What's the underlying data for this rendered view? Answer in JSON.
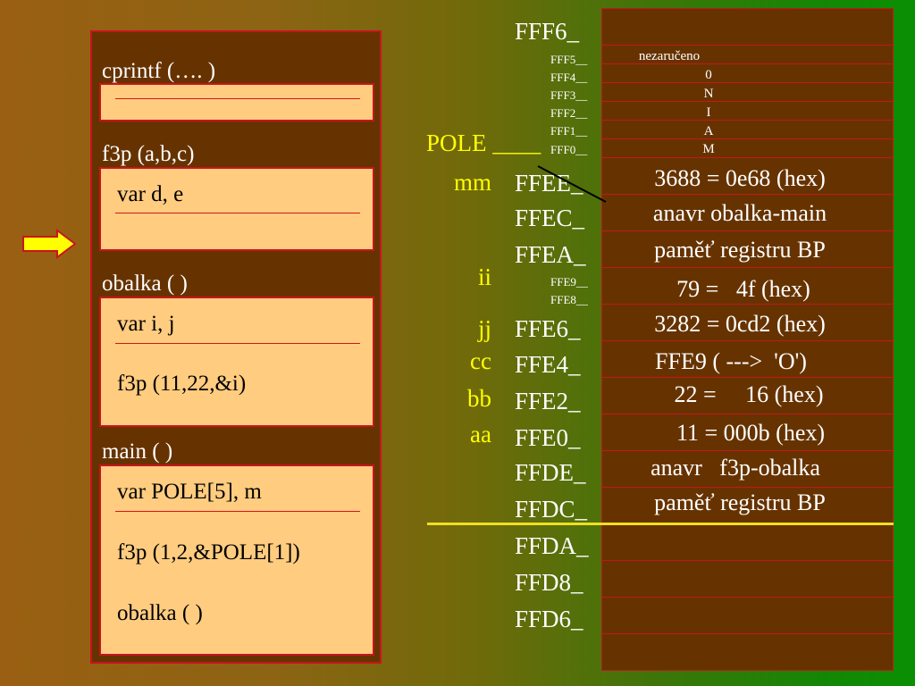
{
  "code": {
    "cprintf": {
      "label": "cprintf (…. )"
    },
    "f3p": {
      "label": "f3p (a,b,c)",
      "lines": [
        "var d, e"
      ]
    },
    "obalka": {
      "label": "obalka ( )",
      "lines": [
        "var i, j",
        "f3p (11,22,&i)"
      ]
    },
    "main": {
      "label": "main ( )",
      "lines": [
        "var POLE[5], m",
        "f3p (1,2,&POLE[1])",
        "obalka ( )"
      ]
    }
  },
  "labels": {
    "pole": "POLE ____",
    "mm": "mm",
    "ii": "ii",
    "jj": "jj",
    "cc": "cc",
    "bb": "bb",
    "aa": "aa"
  },
  "addresses": {
    "FFF6": "FFF6_",
    "FFF5": "FFF5__",
    "FFF4": "FFF4__",
    "FFF3": "FFF3__",
    "FFF2": "FFF2__",
    "FFF1": "FFF1__",
    "FFF0": "FFF0__",
    "FFEE": "FFEE_",
    "FFEC": "FFEC_",
    "FFEA": "FFEA_",
    "FFE9": "FFE9__",
    "FFE8": "FFE8__",
    "FFE6": "FFE6_",
    "FFE4": "FFE4_",
    "FFE2": "FFE2_",
    "FFE0": "FFE0_",
    "FFDE": "FFDE_",
    "FFDC": "FFDC_",
    "FFDA": "FFDA_",
    "FFD8": "FFD8_",
    "FFD6": "FFD6_"
  },
  "cells": {
    "FFF5": "nezaručeno",
    "FFF4": "0",
    "FFF3": "N",
    "FFF2": "I",
    "FFF1": "A",
    "FFF0": "M",
    "FFEE": "3688 = 0e68 (hex)",
    "FFEC": "anavr obalka-main",
    "FFEA": "paměť registru BP",
    "FFE8": "79 =   4f (hex)",
    "FFE6": "3282 = 0cd2 (hex)",
    "FFE4": "FFE9 ( --->  'O')",
    "FFE2": "22 =     16 (hex)",
    "FFE0": "11 = 000b (hex)",
    "FFDE": "anavr   f3p-obalka",
    "FFDC": "paměť registru BP"
  },
  "colors": {
    "panel": "#663300",
    "box": "#ffcc80",
    "border": "#c8141e",
    "label_yellow": "#ffff00",
    "arrow": "#ffff00"
  },
  "icons": {
    "arrow": "right-arrow-icon"
  }
}
